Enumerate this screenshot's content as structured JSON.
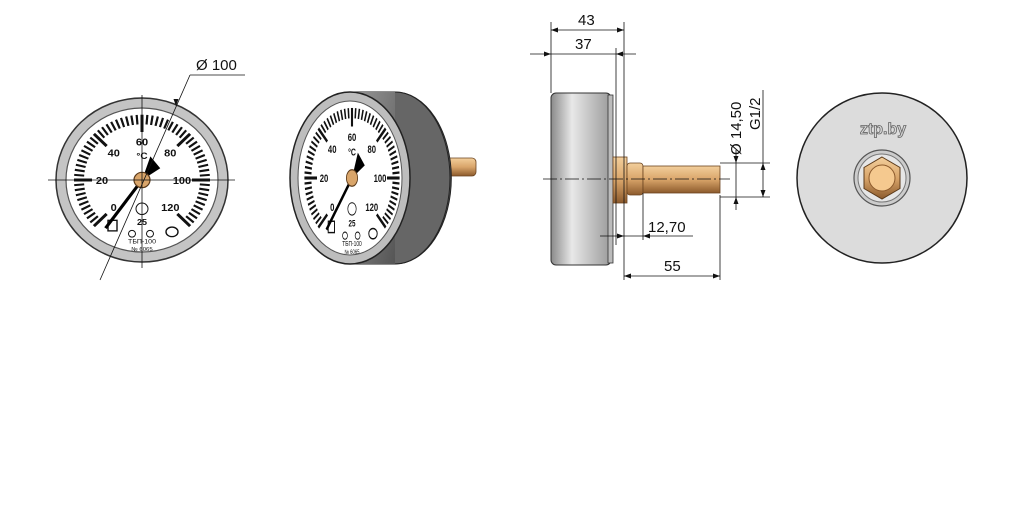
{
  "drawing": {
    "front_view": {
      "diameter_label": "Ø 100",
      "scale": {
        "min": 0,
        "max": 120,
        "major_step": 20,
        "minor_step": 2
      },
      "scale_labels": [
        "0",
        "20",
        "40",
        "60",
        "80",
        "100",
        "120"
      ],
      "unit": "°C",
      "accuracy": "25",
      "model": "ТБП-100",
      "serial": "№ 6065",
      "needle_value": -4
    },
    "side_view": {
      "overall_depth": "43",
      "case_depth": "37",
      "stem_diameter": "Ø 14,50",
      "thread": "G1/2",
      "thread_length": "12,70",
      "stem_length": "55"
    },
    "back_view": {
      "brand": "ztp.by"
    },
    "colors": {
      "brass": "#d9a56a",
      "case_gray": "#b8b8b8",
      "back_gray": "#dcdcdc"
    }
  }
}
